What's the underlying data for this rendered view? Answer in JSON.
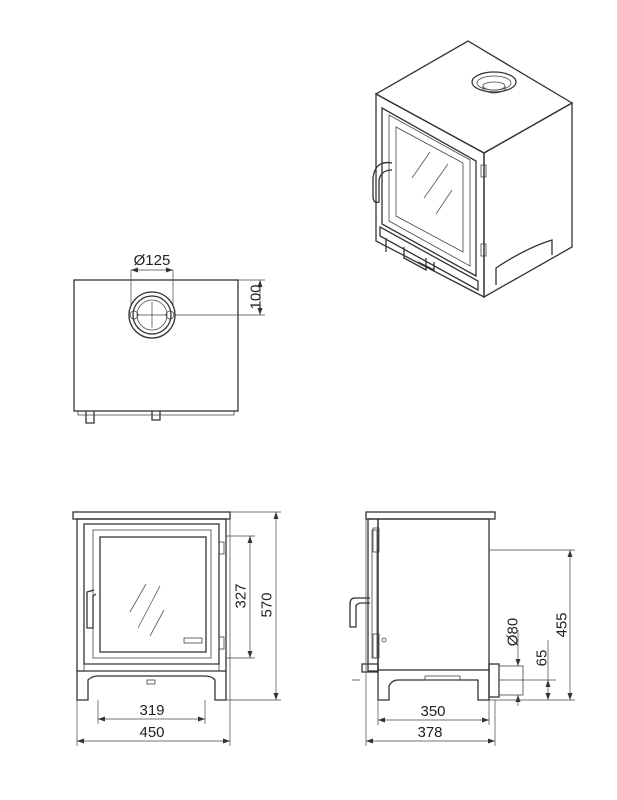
{
  "dimensions": {
    "flue_diameter": "Ø125",
    "flue_offset": "100",
    "door_height": "327",
    "height": "570",
    "base_width": "319",
    "width": "450",
    "flue_outlet_diameter": "Ø80",
    "flue_outlet_height": "65",
    "flue_center_height": "455",
    "leg_depth": "350",
    "depth": "378"
  },
  "colors": {
    "line": "#333333",
    "background": "#ffffff"
  }
}
